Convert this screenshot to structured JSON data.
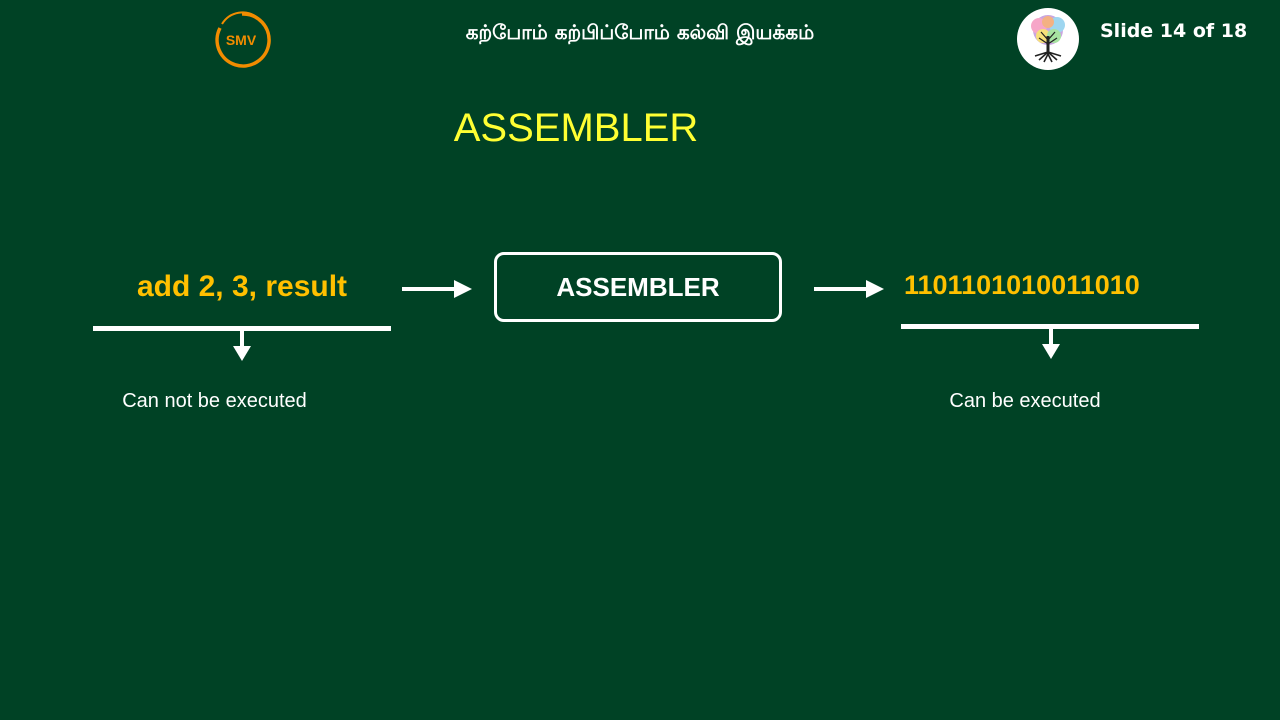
{
  "header": {
    "logo_text": "SMV",
    "title": "கற்போம் கற்பிப்போம் கல்வி இயக்கம்",
    "slide_counter": "Slide 14 of 18"
  },
  "slide": {
    "title": "ASSEMBLER",
    "source_code": "add 2, 3, result",
    "processor_label": "ASSEMBLER",
    "machine_code": "1101101010011010",
    "source_caption": "Can not be executed",
    "machine_caption": "Can be executed"
  },
  "colors": {
    "background": "#004225",
    "title": "#ffff33",
    "code": "#ffc000",
    "text": "#ffffff",
    "logo_orange": "#f28c00"
  },
  "icons": {
    "left_logo": "smv-logo-icon",
    "right_logo": "tree-logo-icon",
    "flow_arrow": "arrow-right-icon",
    "down_arrow": "arrow-down-icon"
  }
}
